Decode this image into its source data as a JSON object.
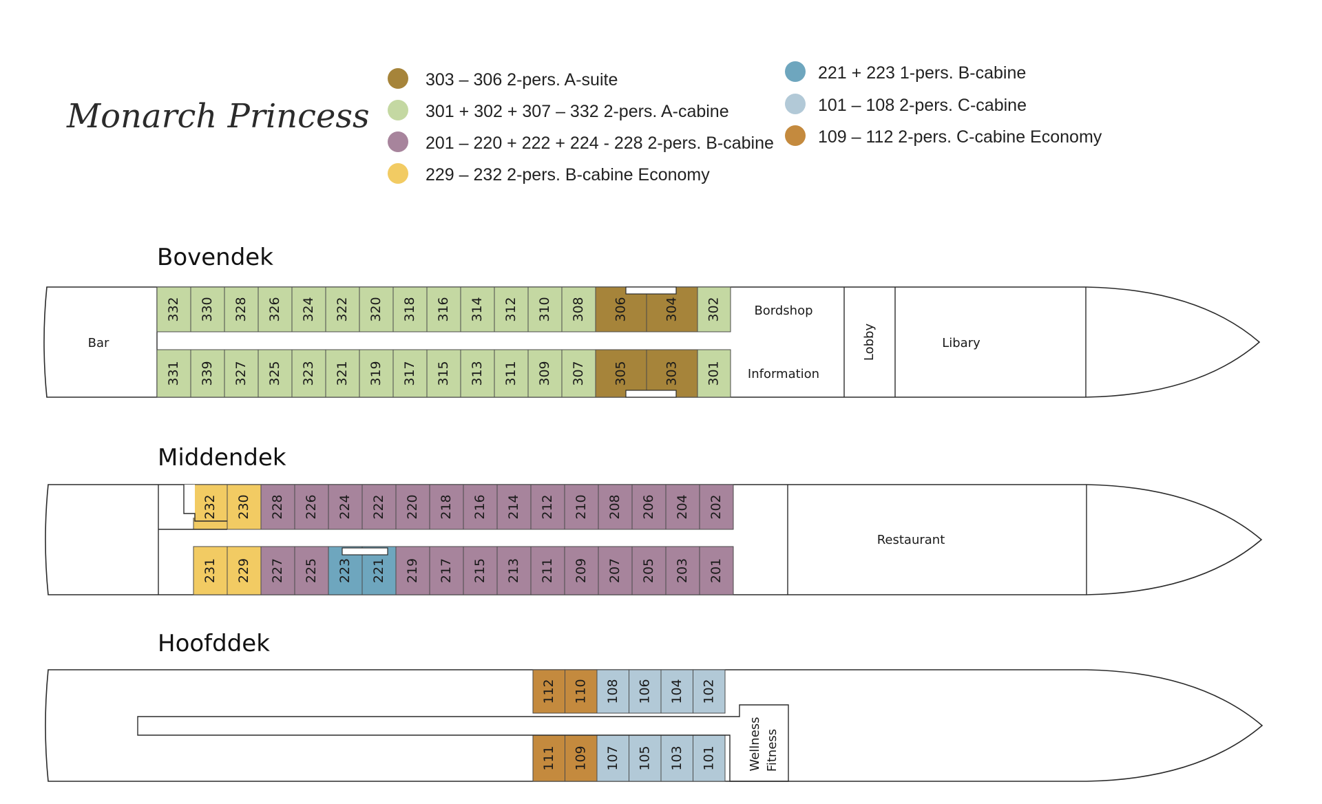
{
  "title": "Monarch Princess",
  "colors": {
    "a_suite": "#a6843a",
    "a_cabine": "#c4d8a2",
    "b_cabine": "#a7849c",
    "b_economy": "#f2cb63",
    "b_single": "#6ea6be",
    "c_cabine": "#b2c9d7",
    "c_economy": "#c48a3e"
  },
  "legend": [
    {
      "key": "a_suite",
      "text": "303 – 306 2-pers. A-suite"
    },
    {
      "key": "a_cabine",
      "text": "301 + 302 + 307 – 332 2-pers. A-cabine"
    },
    {
      "key": "b_cabine",
      "text": "201 – 220 + 222 + 224 - 228 2-pers. B-cabine"
    },
    {
      "key": "b_economy",
      "text": "229 – 232 2-pers. B-cabine Economy"
    },
    {
      "key": "b_single",
      "text": "221 + 223 1-pers. B-cabine"
    },
    {
      "key": "c_cabine",
      "text": "101 – 108 2-pers. C-cabine"
    },
    {
      "key": "c_economy",
      "text": "109 – 112 2-pers. C-cabine Economy"
    }
  ],
  "decks": {
    "bovendek": {
      "name": "Bovendek",
      "rooms": {
        "bar": "Bar",
        "bordshop": "Bordshop",
        "information": "Information",
        "lobby": "Lobby",
        "library": "Libary"
      },
      "top": [
        {
          "n": "332",
          "c": "a_cabine"
        },
        {
          "n": "330",
          "c": "a_cabine"
        },
        {
          "n": "328",
          "c": "a_cabine"
        },
        {
          "n": "326",
          "c": "a_cabine"
        },
        {
          "n": "324",
          "c": "a_cabine"
        },
        {
          "n": "322",
          "c": "a_cabine"
        },
        {
          "n": "320",
          "c": "a_cabine"
        },
        {
          "n": "318",
          "c": "a_cabine"
        },
        {
          "n": "316",
          "c": "a_cabine"
        },
        {
          "n": "314",
          "c": "a_cabine"
        },
        {
          "n": "312",
          "c": "a_cabine"
        },
        {
          "n": "310",
          "c": "a_cabine"
        },
        {
          "n": "308",
          "c": "a_cabine"
        },
        {
          "n": "306",
          "c": "a_suite"
        },
        {
          "n": "304",
          "c": "a_suite"
        },
        {
          "n": "302",
          "c": "a_cabine"
        }
      ],
      "bottom": [
        {
          "n": "331",
          "c": "a_cabine"
        },
        {
          "n": "339",
          "c": "a_cabine"
        },
        {
          "n": "327",
          "c": "a_cabine"
        },
        {
          "n": "325",
          "c": "a_cabine"
        },
        {
          "n": "323",
          "c": "a_cabine"
        },
        {
          "n": "321",
          "c": "a_cabine"
        },
        {
          "n": "319",
          "c": "a_cabine"
        },
        {
          "n": "317",
          "c": "a_cabine"
        },
        {
          "n": "315",
          "c": "a_cabine"
        },
        {
          "n": "313",
          "c": "a_cabine"
        },
        {
          "n": "311",
          "c": "a_cabine"
        },
        {
          "n": "309",
          "c": "a_cabine"
        },
        {
          "n": "307",
          "c": "a_cabine"
        },
        {
          "n": "305",
          "c": "a_suite"
        },
        {
          "n": "303",
          "c": "a_suite"
        },
        {
          "n": "301",
          "c": "a_cabine"
        }
      ]
    },
    "middendek": {
      "name": "Middendek",
      "rooms": {
        "restaurant": "Restaurant"
      },
      "top": [
        {
          "n": "232",
          "c": "b_economy"
        },
        {
          "n": "230",
          "c": "b_economy"
        },
        {
          "n": "228",
          "c": "b_cabine"
        },
        {
          "n": "226",
          "c": "b_cabine"
        },
        {
          "n": "224",
          "c": "b_cabine"
        },
        {
          "n": "222",
          "c": "b_cabine"
        },
        {
          "n": "220",
          "c": "b_cabine"
        },
        {
          "n": "218",
          "c": "b_cabine"
        },
        {
          "n": "216",
          "c": "b_cabine"
        },
        {
          "n": "214",
          "c": "b_cabine"
        },
        {
          "n": "212",
          "c": "b_cabine"
        },
        {
          "n": "210",
          "c": "b_cabine"
        },
        {
          "n": "208",
          "c": "b_cabine"
        },
        {
          "n": "206",
          "c": "b_cabine"
        },
        {
          "n": "204",
          "c": "b_cabine"
        },
        {
          "n": "202",
          "c": "b_cabine"
        }
      ],
      "bottom": [
        {
          "n": "231",
          "c": "b_economy"
        },
        {
          "n": "229",
          "c": "b_economy"
        },
        {
          "n": "227",
          "c": "b_cabine"
        },
        {
          "n": "225",
          "c": "b_cabine"
        },
        {
          "n": "223",
          "c": "b_single"
        },
        {
          "n": "221",
          "c": "b_single"
        },
        {
          "n": "219",
          "c": "b_cabine"
        },
        {
          "n": "217",
          "c": "b_cabine"
        },
        {
          "n": "215",
          "c": "b_cabine"
        },
        {
          "n": "213",
          "c": "b_cabine"
        },
        {
          "n": "211",
          "c": "b_cabine"
        },
        {
          "n": "209",
          "c": "b_cabine"
        },
        {
          "n": "207",
          "c": "b_cabine"
        },
        {
          "n": "205",
          "c": "b_cabine"
        },
        {
          "n": "203",
          "c": "b_cabine"
        },
        {
          "n": "201",
          "c": "b_cabine"
        }
      ]
    },
    "hoofddek": {
      "name": "Hoofddek",
      "rooms": {
        "wellness": "Wellness",
        "fitness": "Fitness"
      },
      "top": [
        {
          "n": "112",
          "c": "c_economy"
        },
        {
          "n": "110",
          "c": "c_economy"
        },
        {
          "n": "108",
          "c": "c_cabine"
        },
        {
          "n": "106",
          "c": "c_cabine"
        },
        {
          "n": "104",
          "c": "c_cabine"
        },
        {
          "n": "102",
          "c": "c_cabine"
        }
      ],
      "bottom": [
        {
          "n": "111",
          "c": "c_economy"
        },
        {
          "n": "109",
          "c": "c_economy"
        },
        {
          "n": "107",
          "c": "c_cabine"
        },
        {
          "n": "105",
          "c": "c_cabine"
        },
        {
          "n": "103",
          "c": "c_cabine"
        },
        {
          "n": "101",
          "c": "c_cabine"
        }
      ]
    }
  }
}
